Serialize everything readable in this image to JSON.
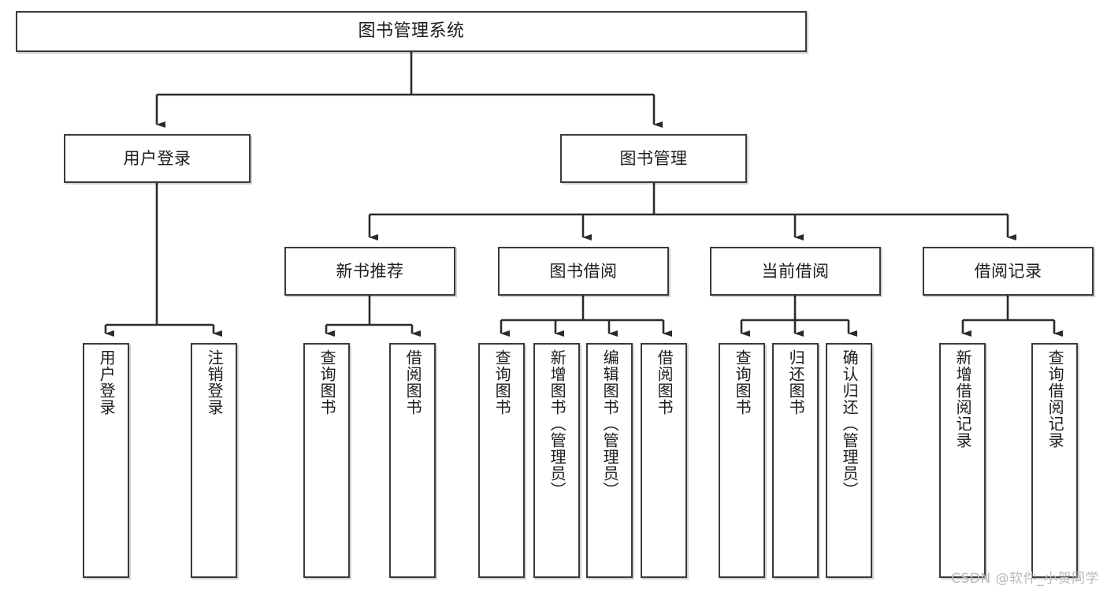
{
  "diagram": {
    "title": "图书管理系统",
    "type": "hierarchy-tree",
    "watermark": "CSDN @软件_小贺同学",
    "colors": {
      "box_border": "#3a3a3a",
      "box_fill": "#ffffff",
      "edge": "#2b2b2b",
      "text": "#1c1c1c",
      "watermark": "#b9b9b9"
    },
    "levels": [
      {
        "level": 1,
        "nodes": [
          {
            "id": "root",
            "label": "图书管理系统"
          }
        ]
      },
      {
        "level": 2,
        "nodes": [
          {
            "id": "login",
            "label": "用户登录",
            "parent": "root"
          },
          {
            "id": "bookmgr",
            "label": "图书管理",
            "parent": "root"
          }
        ]
      },
      {
        "level": 3,
        "nodes": [
          {
            "id": "newbook",
            "label": "新书推荐",
            "parent": "bookmgr"
          },
          {
            "id": "borrow",
            "label": "图书借阅",
            "parent": "bookmgr"
          },
          {
            "id": "current",
            "label": "当前借阅",
            "parent": "bookmgr"
          },
          {
            "id": "record",
            "label": "借阅记录",
            "parent": "bookmgr"
          }
        ]
      },
      {
        "level": 4,
        "nodes": [
          {
            "id": "leaf1",
            "label": "用户登录",
            "parent": "login"
          },
          {
            "id": "leaf2",
            "label": "注销登录",
            "parent": "login"
          },
          {
            "id": "leaf3",
            "label": "查询图书",
            "parent": "newbook"
          },
          {
            "id": "leaf4",
            "label": "借阅图书",
            "parent": "newbook"
          },
          {
            "id": "leaf5",
            "label": "查询图书",
            "parent": "borrow"
          },
          {
            "id": "leaf6",
            "label": "新增图书（管理员）",
            "parent": "borrow"
          },
          {
            "id": "leaf7",
            "label": "编辑图书（管理员）",
            "parent": "borrow"
          },
          {
            "id": "leaf8",
            "label": "借阅图书",
            "parent": "borrow"
          },
          {
            "id": "leaf9",
            "label": "查询图书",
            "parent": "current"
          },
          {
            "id": "leaf10",
            "label": "归还图书",
            "parent": "current"
          },
          {
            "id": "leaf11",
            "label": "确认归还（管理员）",
            "parent": "current"
          },
          {
            "id": "leaf12",
            "label": "新增借阅记录",
            "parent": "record"
          },
          {
            "id": "leaf13",
            "label": "查询借阅记录",
            "parent": "record"
          }
        ]
      }
    ]
  }
}
